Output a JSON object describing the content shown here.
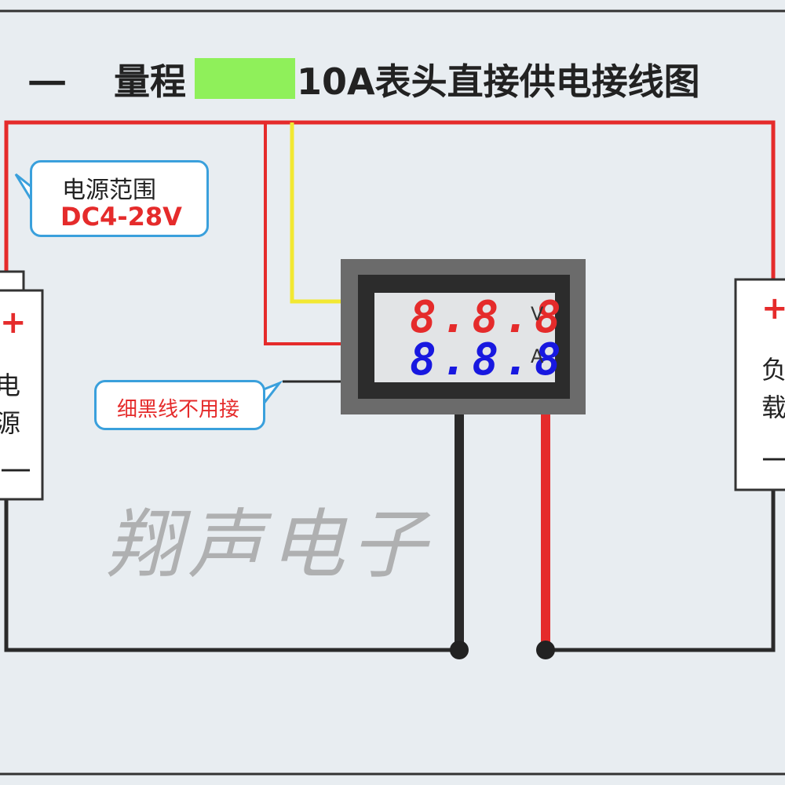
{
  "title": {
    "dash": "一",
    "part1": "量程",
    "part2": "10A表头直接供电接线图"
  },
  "bubbles": {
    "power_range": {
      "label": "电源范围",
      "value": "DC4-28V"
    },
    "thin_black": {
      "label": "细黑线不用接"
    }
  },
  "meter": {
    "voltage_digits": "8.8.8",
    "voltage_unit": "V",
    "current_digits": "8.8.8",
    "current_unit": "A"
  },
  "power_supply": {
    "plus": "+",
    "label_1": "电",
    "label_2": "源",
    "minus": "—"
  },
  "load": {
    "plus": "+",
    "label_1": "负",
    "label_2": "载",
    "minus": "—"
  },
  "watermark": "翔声电子",
  "colors": {
    "red_wire": "#e52b2b",
    "black_wire": "#2a2a2a",
    "yellow_wire": "#f2e832",
    "highlight": "#8ff05a",
    "bubble_border": "#3aa0dc",
    "voltage_digits": "#e52b2b",
    "current_digits": "#1818e0"
  }
}
